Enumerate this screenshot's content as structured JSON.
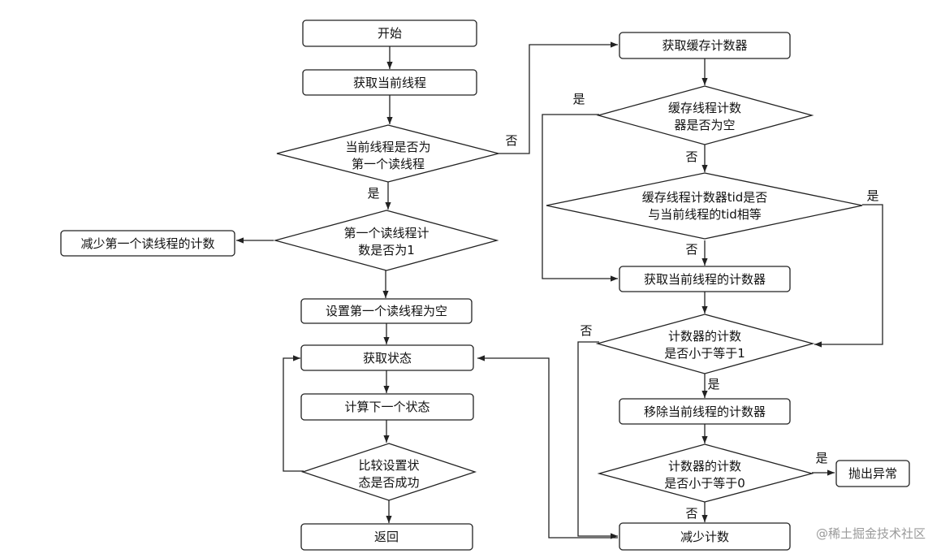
{
  "nodes": {
    "start": "开始",
    "get_current_thread": "获取当前线程",
    "is_first_reader_l1": "当前线程是否为",
    "is_first_reader_l2": "第一个读线程",
    "first_reader_count_is_1_l1": "第一个读线程计",
    "first_reader_count_is_1_l2": "数是否为1",
    "decrement_first_reader_count": "减少第一个读线程的计数",
    "set_first_reader_null": "设置第一个读线程为空",
    "get_state": "获取状态",
    "compute_next_state": "计算下一个状态",
    "cas_state_l1": "比较设置状",
    "cas_state_l2": "态是否成功",
    "return": "返回",
    "get_cached_counter": "获取缓存计数器",
    "cached_counter_null_l1": "缓存线程计数",
    "cached_counter_null_l2": "器是否为空",
    "tid_match_l1": "缓存线程计数器tid是否",
    "tid_match_l2": "与当前线程的tid相等",
    "get_current_counter": "获取当前线程的计数器",
    "count_le_1_l1": "计数器的计数",
    "count_le_1_l2": "是否小于等于1",
    "remove_current_counter": "移除当前线程的计数器",
    "count_le_0_l1": "计数器的计数",
    "count_le_0_l2": "是否小于等于0",
    "throw_exception": "抛出异常",
    "decrement_count": "减少计数"
  },
  "edge_labels": {
    "first_reader_no": "否",
    "first_reader_yes": "是",
    "cached_null_yes": "是",
    "cached_null_no": "否",
    "tid_match_yes": "是",
    "tid_match_no": "否",
    "count_le_1_no": "否",
    "count_le_1_yes": "是",
    "count_le_0_yes": "是",
    "count_le_0_no": "否"
  },
  "watermark": "@稀土掘金技术社区",
  "colors": {
    "stroke": "#222222",
    "fill": "#ffffff",
    "text": "#111111",
    "watermark": "#9a9a9a"
  }
}
